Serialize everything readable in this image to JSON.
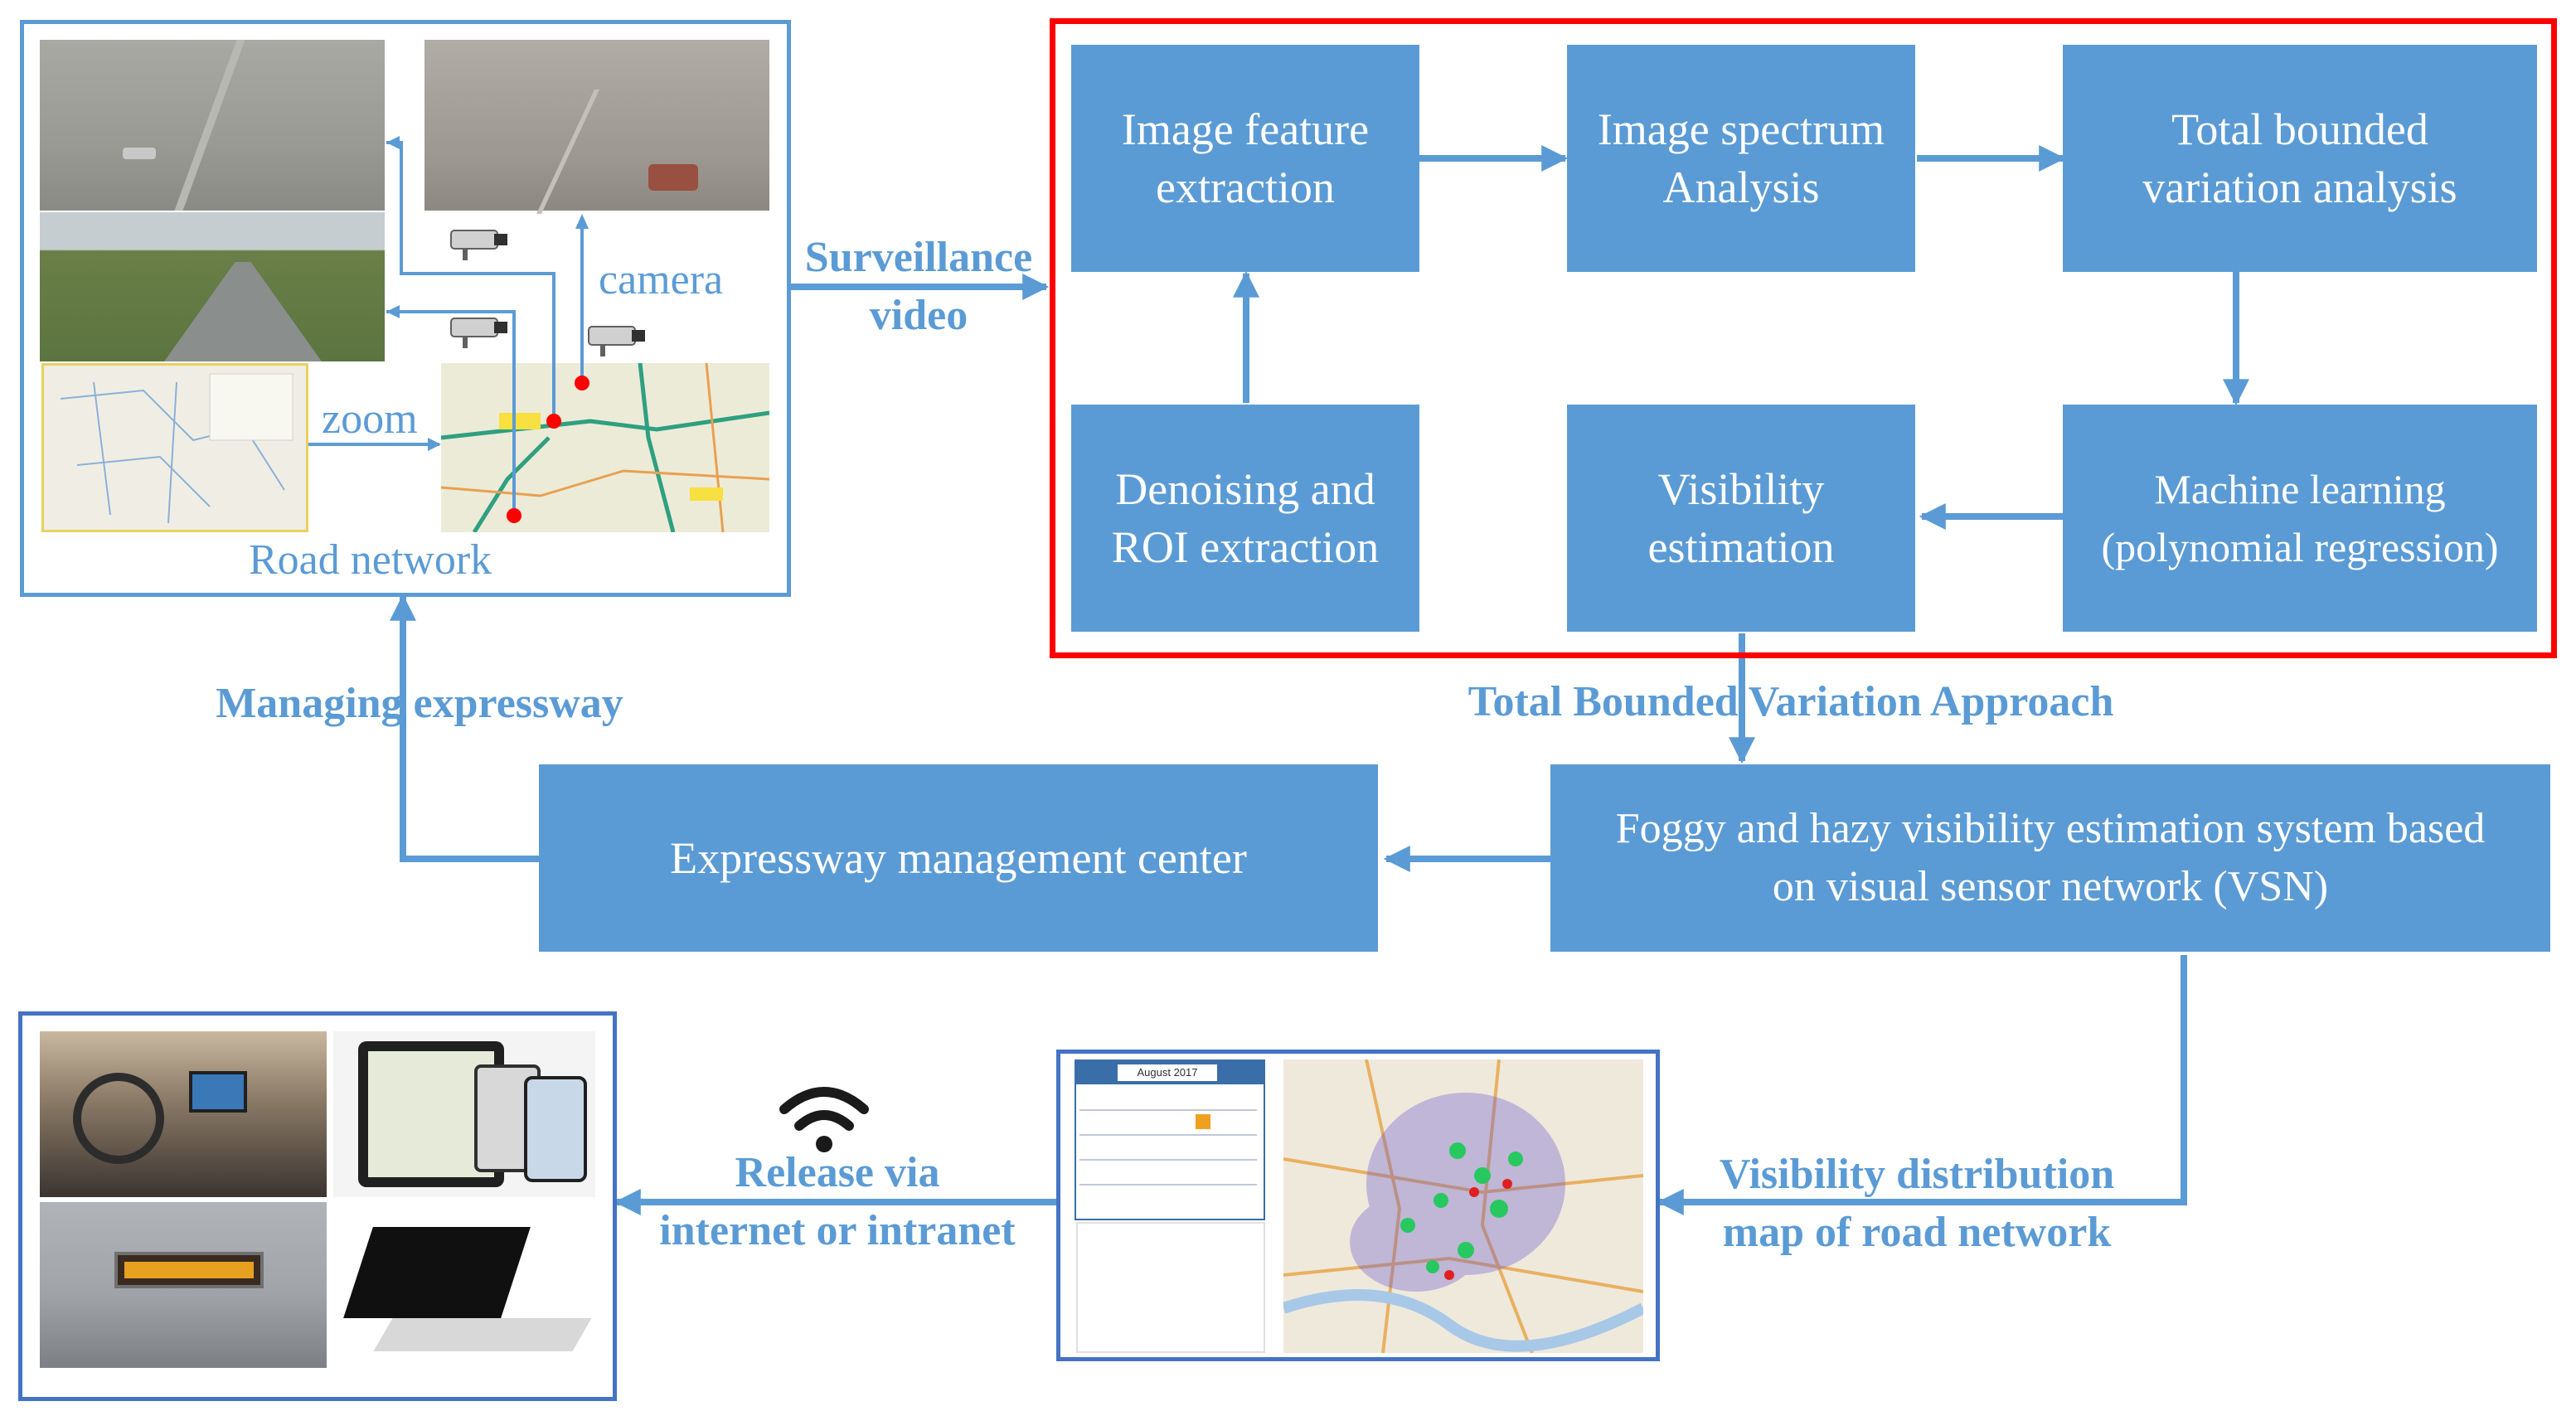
{
  "colors": {
    "box_fill": "#5b9bd5",
    "box_text": "#ffffff",
    "label_text": "#5b9bd5",
    "tbv_frame": "#ff0000",
    "panel_border": "#5b9bd5",
    "output_panel_border": "#4472c4",
    "camera_marker": "#ff0000"
  },
  "road_network_panel": {
    "camera_label": "camera",
    "zoom_label": "zoom",
    "caption": "Road network"
  },
  "flow_labels": {
    "surveillance_video": "Surveillance\nvideo",
    "total_bounded_variation_approach": "Total Bounded Variation Approach",
    "managing_expressway": "Managing expressway",
    "visibility_distribution_map": "Visibility distribution\nmap of road network",
    "release": "Release via\ninternet or intranet"
  },
  "process_boxes": {
    "image_feature_extraction": "Image feature\nextraction",
    "image_spectrum_analysis": "Image spectrum\nAnalysis",
    "total_bounded_variation_analysis": "Total bounded\nvariation analysis",
    "denoising_roi_extraction": "Denoising and\nROI extraction",
    "visibility_estimation": "Visibility\nestimation",
    "machine_learning": "Machine learning\n(polynomial regression)"
  },
  "system_boxes": {
    "vsn_system": "Foggy and hazy visibility estimation system based\non visual sensor network (VSN)",
    "management_center": "Expressway management center"
  },
  "map_panel": {
    "calendar_month": "August 2017"
  },
  "icons": [
    "wifi-icon",
    "camera-icon"
  ]
}
